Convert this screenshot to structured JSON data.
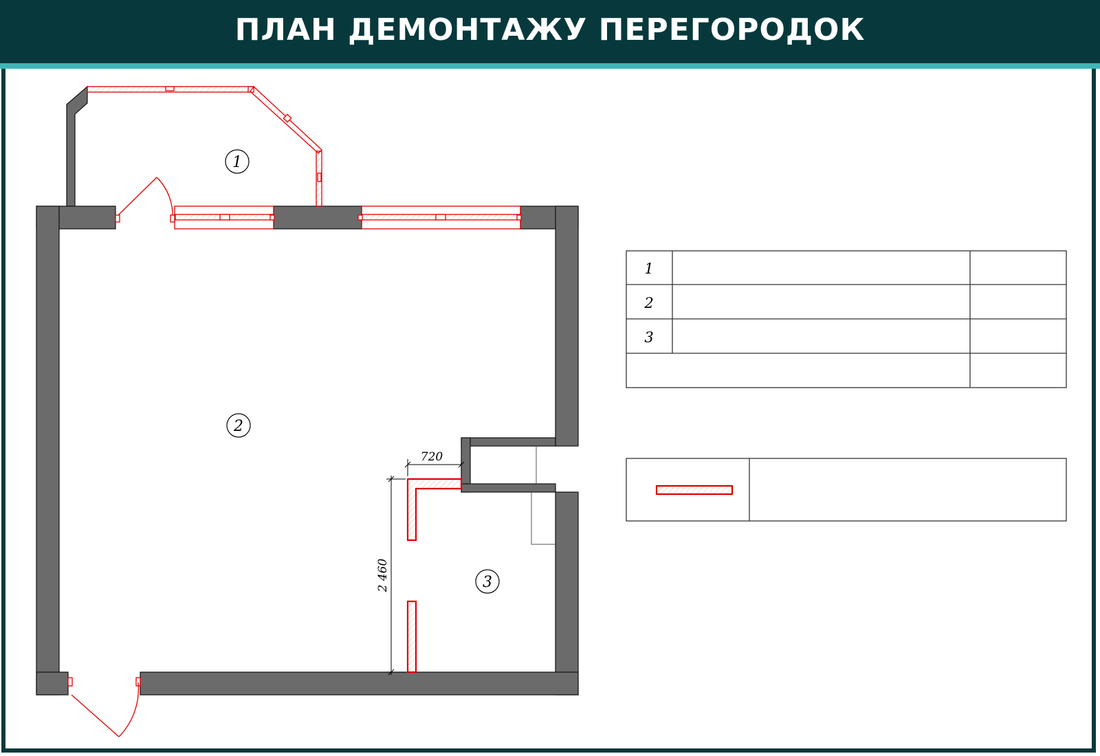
{
  "header": {
    "title": "ПЛАН ДЕМОНТАЖУ ПЕРЕГОРОДОК"
  },
  "colors": {
    "header_bg": "#07393c",
    "accent": "#3ab8b8",
    "wall": "#6b6b6b",
    "demolish": "#e00000"
  },
  "rooms": [
    {
      "number": "1"
    },
    {
      "number": "2"
    },
    {
      "number": "3"
    }
  ],
  "dimensions": {
    "horizontal": "720",
    "vertical": "2 460"
  },
  "explication": {
    "rows": [
      {
        "number": "1",
        "name": "",
        "area": ""
      },
      {
        "number": "2",
        "name": "",
        "area": ""
      },
      {
        "number": "3",
        "name": "",
        "area": ""
      }
    ],
    "total": {
      "label": "",
      "value": ""
    }
  },
  "legend": {
    "description": ""
  }
}
